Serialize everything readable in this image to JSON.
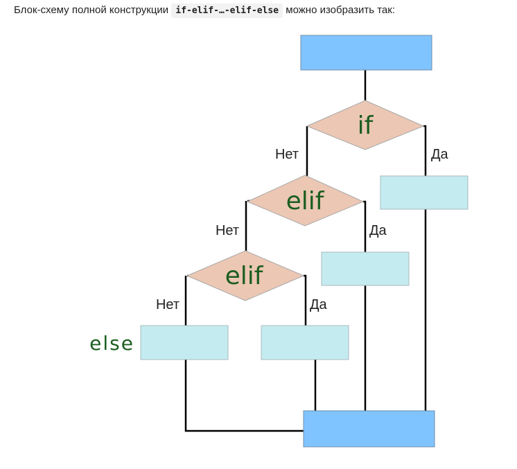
{
  "intro": {
    "before": "Блок-схему полной конструкции",
    "code": "if-elif-…-elif-else",
    "after": "можно изобразить так:"
  },
  "diagram": {
    "if_label": "if",
    "elif_label": "elif",
    "else_label": "else",
    "yes_label": "Да",
    "no_label": "Нет",
    "colors": {
      "start_end_box": "#80c4ff",
      "action_box": "#c4ecf0",
      "condition_diamond": "#ebc7b4",
      "condition_text": "#1b5e20",
      "lines": "#000000"
    }
  }
}
